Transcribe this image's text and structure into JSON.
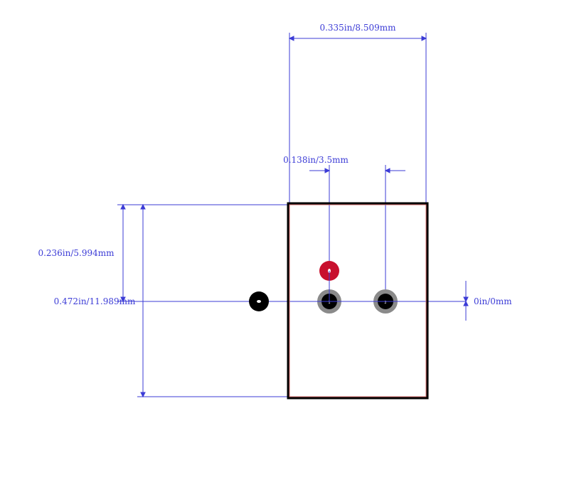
{
  "colors": {
    "dimension": "#3b3bd6",
    "outline": "#000000",
    "outline_inner": "#d46a6a",
    "pad_ring": "#8a8a8a",
    "pad_core": "#000000",
    "pad_highlight": "#c8102e",
    "background": "#ffffff"
  },
  "dimensions": {
    "overall_width": "0.335in/8.509mm",
    "pitch": "0.138in/3.5mm",
    "half_height": "0.236in/5.994mm",
    "overall_height": "0.472in/11.989mm",
    "offset": "0in/0mm"
  },
  "pads": [
    {
      "id": "pad-1",
      "label": "1"
    },
    {
      "id": "pad-2",
      "label": "2"
    }
  ]
}
